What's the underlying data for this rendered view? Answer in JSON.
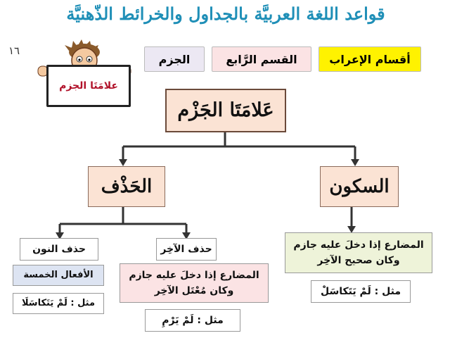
{
  "header": {
    "title": "قواعد اللغة العربيَّة بالجداول والخرائط الذّهنيَّة"
  },
  "page_number": "١٦",
  "tags": {
    "t1": "أقسام الإعراب",
    "t2": "القسم الرَّابع",
    "t3": "الجزم"
  },
  "sign_label": "علامَتَا الجزم",
  "root": "عَلامَتَا الجَزْم",
  "branches": {
    "left": "الحَذْف",
    "right": "السكون"
  },
  "right_detail": {
    "text_line1": "المضارع إذا دخلَ عليه جازم",
    "text_line2": "وكان صحيح الآخِر",
    "example": "مثل : لَمْ يَتَكاسَلْ"
  },
  "hadhf_akhir": {
    "title": "حذف الآخِر",
    "text_line1": "المضارع إذا دخلَ عليه جازم",
    "text_line2": "وكان مُعْتَل الآخِر",
    "example": "مثل : لَمْ يَرْمِ"
  },
  "hadhf_nun": {
    "title": "حذف النون",
    "sub": "الأفعال الخمسة",
    "example": "مثل : لَمْ يَتَكاسَلَا"
  },
  "colors": {
    "header": "#1f8fb7",
    "tag1_bg": "#fff200",
    "tag2_bg": "#fbe3e4",
    "tag3_bg": "#ece8f3",
    "root_bg": "#fbe3d4",
    "branch_bg": "#fbe3d4",
    "green_bg": "#eef3d9",
    "pink_bg": "#fbe3e4",
    "blue_bg": "#dde4f2"
  }
}
